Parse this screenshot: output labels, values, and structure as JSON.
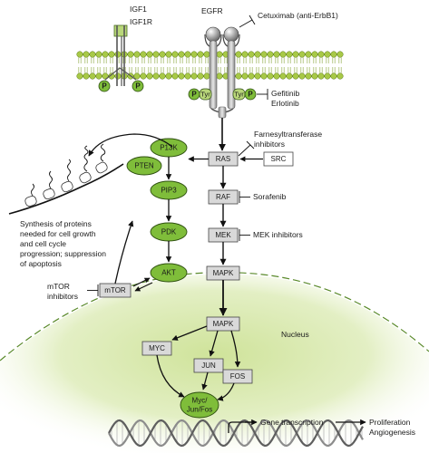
{
  "receptors": {
    "igf1": "IGF1",
    "igf1r": "IGF1R",
    "egfr": "EGFR",
    "p": "P",
    "tyr": "Tyr"
  },
  "drugs": {
    "cetuximab": "Cetuximab (anti-ErbB1)",
    "gefitinib": "Gefitinib",
    "erlotinib": "Erlotinib",
    "farnesyl_1": "Farnesyltransferase",
    "farnesyl_2": "inhibitors",
    "sorafenib": "Sorafenib",
    "mek_inhibitors": "MEK inhibitors",
    "mtor_inh_1": "mTOR",
    "mtor_inh_2": "inhibitors"
  },
  "nodes": {
    "p13k": "P13K",
    "pten": "PTEN",
    "pip3": "PIP3",
    "pdk": "PDK",
    "akt": "AKT",
    "ras": "RAS",
    "src": "SRC",
    "raf": "RAF",
    "mek": "MEK",
    "mapk": "MAPK",
    "mapk_nuc": "MAPK",
    "mtor": "mTOR",
    "myc": "MYC",
    "jun": "JUN",
    "fos": "FOS",
    "complex_1": "Myc/",
    "complex_2": "Jun/Fos"
  },
  "labels": {
    "nucleus": "Nucleus",
    "synthesis": [
      "Synthesis of proteins",
      "needed for cell growth",
      "and cell cycle",
      "progression; suppression",
      "of apoptosis"
    ],
    "gene_transcription": "Gene transcription",
    "proliferation": "Proliferation",
    "angiogenesis": "Angiogenesis"
  },
  "colors": {
    "membrane_green": "#a8c947",
    "node_green": "#7fbd3a",
    "box_gray": "#d9d9d9",
    "nucleus_green": "#d6e8a8"
  }
}
